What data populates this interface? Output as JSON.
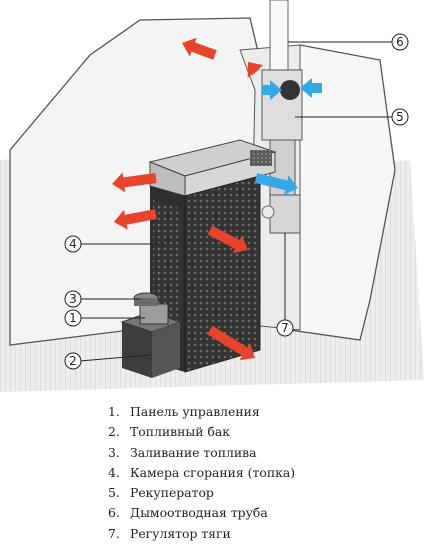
{
  "callouts": [
    {
      "number": "1",
      "label": "Панель управления"
    },
    {
      "number": "2",
      "label": "Топливный бак"
    },
    {
      "number": "3",
      "label": "Заливание топлива"
    },
    {
      "number": "4",
      "label": "Камера сгорания (топка)"
    },
    {
      "number": "5",
      "label": "Рекуператор"
    },
    {
      "number": "6",
      "label": "Дымоотводная труба"
    },
    {
      "number": "7",
      "label": "Регулятор тяги"
    }
  ],
  "colors": {
    "warm_air_arrow": "#e8432d",
    "cold_air_arrow": "#35a9e6",
    "furnace_body": "#3a3a3a",
    "wall": "#f3f3f3",
    "floor": "#dcdcdc"
  },
  "legend_number_suffix": "."
}
